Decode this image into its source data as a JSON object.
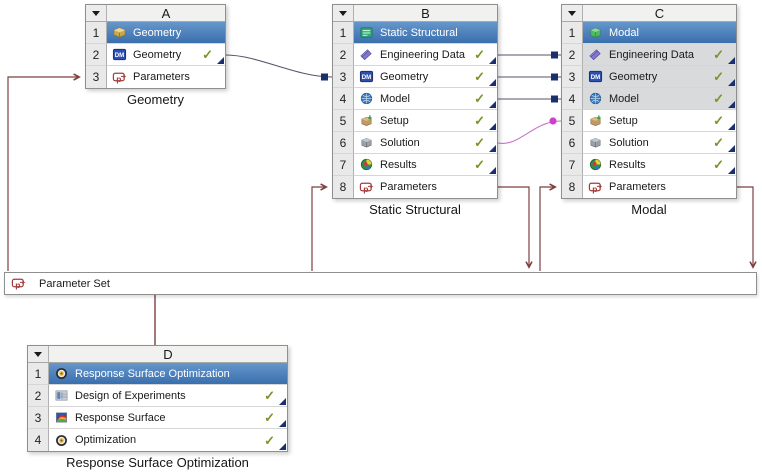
{
  "systems": [
    {
      "id": "A",
      "caption": "Geometry",
      "rows": [
        {
          "num": "1",
          "label": "Geometry",
          "icon": "geometry-block",
          "selected": true
        },
        {
          "num": "2",
          "label": "Geometry",
          "icon": "design-modeler",
          "check": true,
          "corner": true
        },
        {
          "num": "3",
          "label": "Parameters",
          "icon": "parameters"
        }
      ]
    },
    {
      "id": "B",
      "caption": "Static Structural",
      "rows": [
        {
          "num": "1",
          "label": "Static Structural",
          "icon": "static-structural",
          "selected": true
        },
        {
          "num": "2",
          "label": "Engineering Data",
          "icon": "engineering-data",
          "check": true,
          "corner": true
        },
        {
          "num": "3",
          "label": "Geometry",
          "icon": "design-modeler",
          "check": true,
          "corner": true
        },
        {
          "num": "4",
          "label": "Model",
          "icon": "model",
          "check": true,
          "corner": true
        },
        {
          "num": "5",
          "label": "Setup",
          "icon": "setup",
          "check": true,
          "corner": true
        },
        {
          "num": "6",
          "label": "Solution",
          "icon": "solution",
          "check": true,
          "corner": true
        },
        {
          "num": "7",
          "label": "Results",
          "icon": "results",
          "check": true,
          "corner": true
        },
        {
          "num": "8",
          "label": "Parameters",
          "icon": "parameters"
        }
      ]
    },
    {
      "id": "C",
      "caption": "Modal",
      "rows": [
        {
          "num": "1",
          "label": "Modal",
          "icon": "modal",
          "selected": true
        },
        {
          "num": "2",
          "label": "Engineering Data",
          "icon": "engineering-data",
          "check": true,
          "corner": true,
          "shared": true
        },
        {
          "num": "3",
          "label": "Geometry",
          "icon": "design-modeler",
          "check": true,
          "corner": true,
          "shared": true
        },
        {
          "num": "4",
          "label": "Model",
          "icon": "model",
          "check": true,
          "corner": true,
          "shared": true
        },
        {
          "num": "5",
          "label": "Setup",
          "icon": "setup",
          "check": true,
          "corner": true
        },
        {
          "num": "6",
          "label": "Solution",
          "icon": "solution",
          "check": true,
          "corner": true
        },
        {
          "num": "7",
          "label": "Results",
          "icon": "results",
          "check": true,
          "corner": true
        },
        {
          "num": "8",
          "label": "Parameters",
          "icon": "parameters"
        }
      ]
    },
    {
      "id": "D",
      "caption": "Response Surface Optimization",
      "rows": [
        {
          "num": "1",
          "label": "Response Surface Optimization",
          "icon": "response-surface-optimization",
          "selected": true
        },
        {
          "num": "2",
          "label": "Design of Experiments",
          "icon": "design-of-experiments",
          "check": true,
          "corner": true
        },
        {
          "num": "3",
          "label": "Response Surface",
          "icon": "response-surface",
          "check": true,
          "corner": true
        },
        {
          "num": "4",
          "label": "Optimization",
          "icon": "optimization",
          "check": true,
          "corner": true
        }
      ]
    }
  ],
  "parameter_set": {
    "label": "Parameter Set",
    "icon": "parameters"
  },
  "connections": [
    {
      "from": "A2",
      "to": "B3",
      "type": "share-geometry"
    },
    {
      "from": "B2",
      "to": "C2",
      "type": "share-engineering-data"
    },
    {
      "from": "B3",
      "to": "C3",
      "type": "share-geometry"
    },
    {
      "from": "B4",
      "to": "C4",
      "type": "share-model"
    },
    {
      "from": "B6",
      "to": "C5",
      "type": "transfer-solution-to-setup"
    },
    {
      "from": "Parameter Set",
      "to": "A3",
      "type": "parameter"
    },
    {
      "from": "Parameter Set",
      "to": "B8",
      "type": "parameter"
    },
    {
      "from": "B8",
      "to": "Parameter Set",
      "type": "parameter"
    },
    {
      "from": "Parameter Set",
      "to": "C8",
      "type": "parameter"
    },
    {
      "from": "C8",
      "to": "Parameter Set",
      "type": "parameter"
    },
    {
      "from": "Parameter Set",
      "to": "D",
      "type": "parameter"
    }
  ],
  "glyphs": {
    "check": "✓"
  },
  "colors": {
    "selected_row": "#3e72ad",
    "share_link": "#55556b",
    "share_node": "#1b2f6e",
    "transfer_link": "#c972c9",
    "transfer_node": "#cf3fcf",
    "parameter_link": "#7d3f3f",
    "check": "#7a9428",
    "shared_cell": "#d9dadc"
  }
}
